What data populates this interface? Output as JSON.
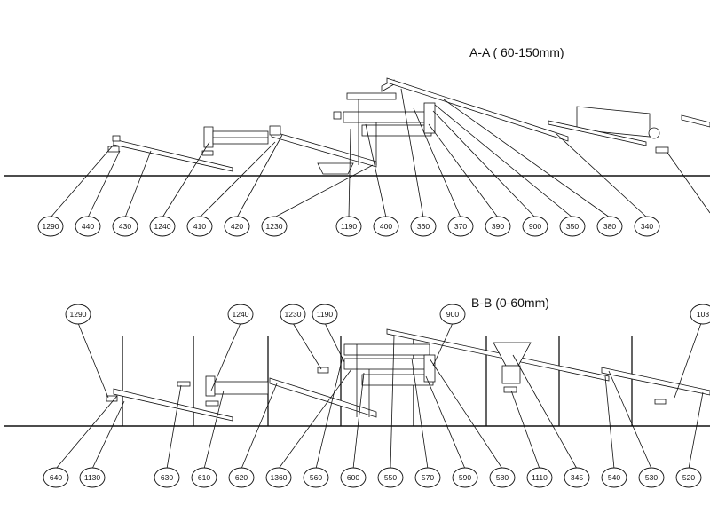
{
  "sections": [
    {
      "title": "A-A ( 60-150mm)",
      "labels": [
        "1290",
        "440",
        "430",
        "1240",
        "410",
        "420",
        "1230",
        "1190",
        "400",
        "360",
        "370",
        "390",
        "900",
        "350",
        "380",
        "340"
      ]
    },
    {
      "title": "B-B (0-60mm)",
      "labels_top": [
        "1290",
        "1240",
        "1230",
        "1190",
        "900",
        "103"
      ],
      "labels_bottom": [
        "640",
        "1130",
        "630",
        "610",
        "620",
        "1360",
        "560",
        "600",
        "550",
        "570",
        "590",
        "580",
        "1110",
        "345",
        "540",
        "530",
        "520"
      ]
    }
  ]
}
